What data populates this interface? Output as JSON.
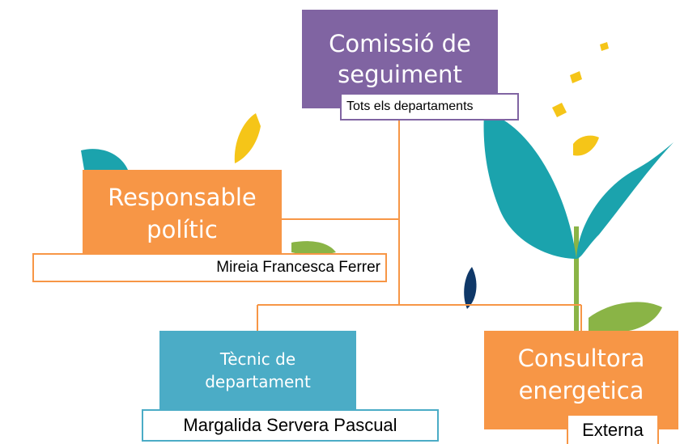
{
  "colors": {
    "purple": "#8064a2",
    "orange": "#f79646",
    "teal": "#4bacc6",
    "connector": "#f79646",
    "leaf_teal": "#1ba3ad",
    "leaf_yellow": "#f5c518",
    "leaf_green": "#8ab446",
    "leaf_navy": "#0f3868"
  },
  "decoration": {
    "icon": "plant-illustration-icon"
  },
  "org_chart": {
    "commission": {
      "title_line1": "Comissió de",
      "title_line2": "seguiment",
      "tag": "Tots els departaments"
    },
    "political": {
      "title_line1": "Responsable",
      "title_line2": "polític",
      "tag": "Mireia Francesca Ferrer"
    },
    "technical": {
      "title_line1": "Tècnic de",
      "title_line2": "departament",
      "tag": "Margalida Servera Pascual"
    },
    "consultancy": {
      "title_line1": "Consultora",
      "title_line2": "energetica",
      "tag": "Externa"
    }
  }
}
